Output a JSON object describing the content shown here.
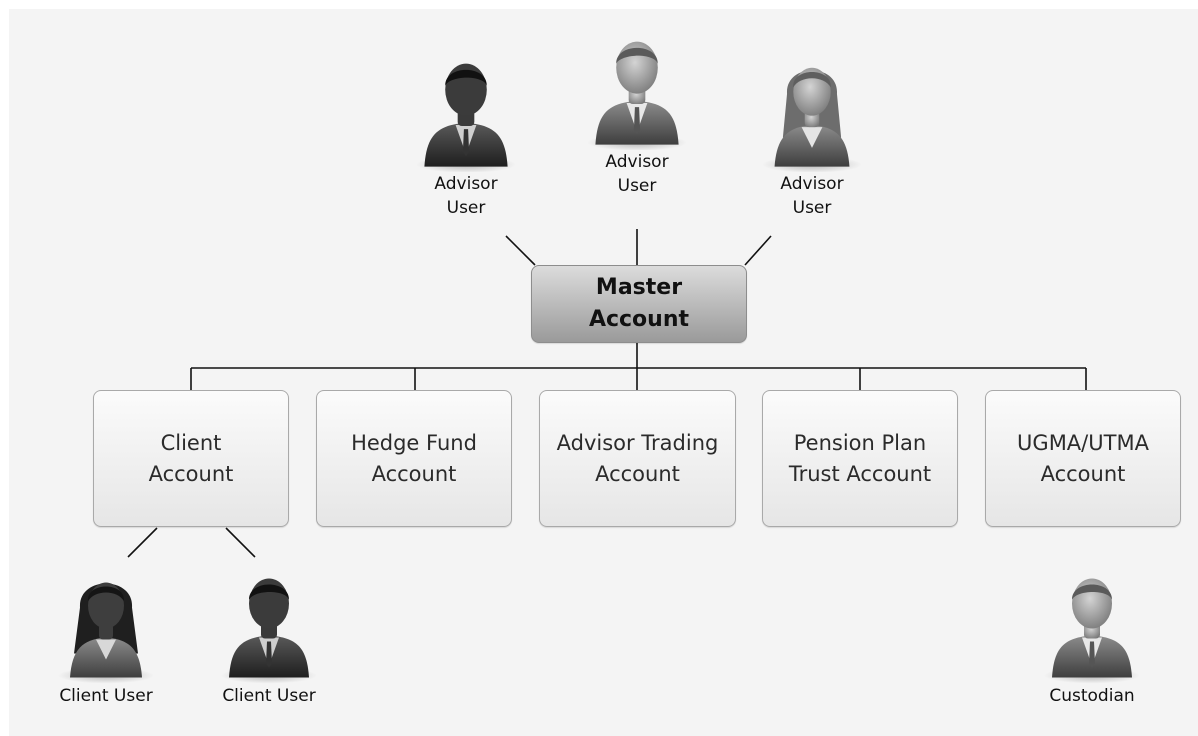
{
  "advisors": [
    {
      "label": "Advisor\nUser",
      "icon": "male-user-icon"
    },
    {
      "label": "Advisor\nUser",
      "icon": "male-user-icon"
    },
    {
      "label": "Advisor\nUser",
      "icon": "female-user-icon"
    }
  ],
  "master": {
    "label": "Master\nAccount"
  },
  "accounts": [
    {
      "label": "Client\nAccount"
    },
    {
      "label": "Hedge Fund\nAccount"
    },
    {
      "label": "Advisor Trading\nAccount"
    },
    {
      "label": "Pension Plan\nTrust Account"
    },
    {
      "label": "UGMA/UTMA\nAccount"
    }
  ],
  "client_users": [
    {
      "label": "Client User",
      "icon": "female-user-icon"
    },
    {
      "label": "Client User",
      "icon": "male-user-icon"
    }
  ],
  "custodian": {
    "label": "Custodian",
    "icon": "male-user-icon"
  }
}
